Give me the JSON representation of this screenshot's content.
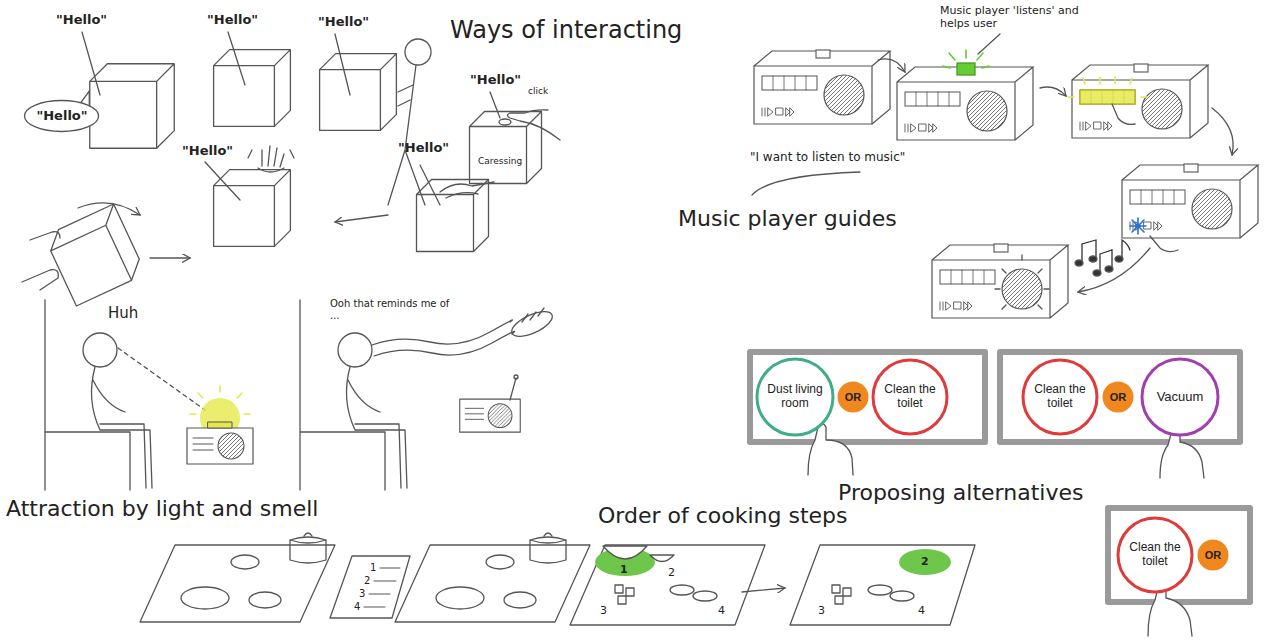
{
  "diagram": {
    "nodes": [
      {
        "text": [
          "\"Hello\""
        ]
      },
      {
        "text": [
          "Dust living room"
        ]
      },
      {
        "text": [
          "OR"
        ]
      },
      {
        "text": [
          "Clean the toilet"
        ]
      },
      {
        "text": [
          "Clean the toilet"
        ]
      },
      {
        "text": [
          "OR"
        ]
      },
      {
        "text": [
          "Vacuum"
        ]
      },
      {
        "text": [
          "Clean the toilet"
        ]
      },
      {
        "text": [
          "OR"
        ]
      }
    ],
    "labels": [
      "Ways of interacting",
      "\"Hello\"",
      "\"Hello\"",
      "\"Hello\"",
      "\"Hello\"",
      "click",
      "\"Hello\"",
      "\"Hello\"",
      "Caressing",
      "Music player 'listens' and helps user",
      "\"I want to listen to music\"",
      "Music player guides",
      "Huh",
      "Ooh that reminds me of ...",
      "Attraction by light and smell",
      "Order of cooking steps",
      "1",
      "2",
      "3",
      "4",
      "1",
      "2",
      "3",
      "4",
      "2",
      "3",
      "4",
      "Proposing alternatives"
    ]
  }
}
